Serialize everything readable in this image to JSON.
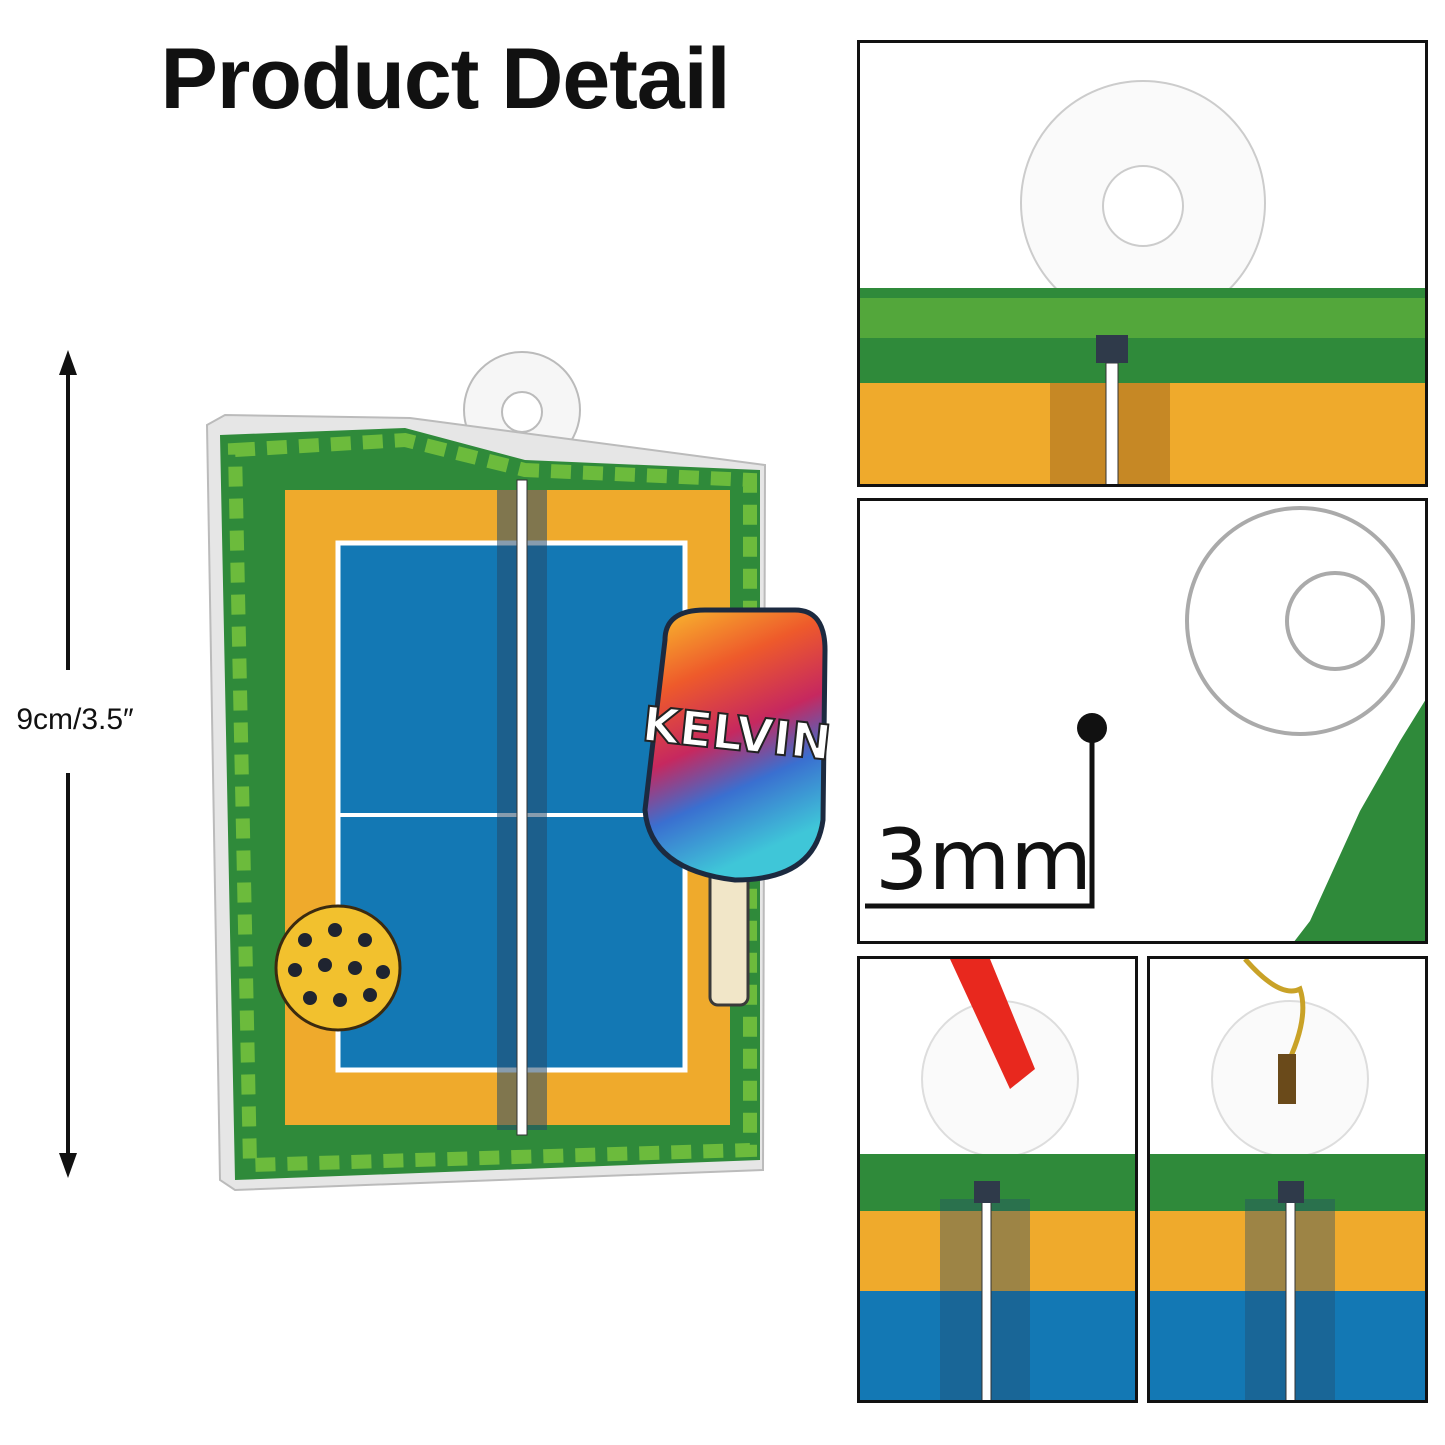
{
  "title": "Product Detail",
  "dimension": {
    "label": "9cm/3.5″"
  },
  "ornament": {
    "name_text": "KELVIN"
  },
  "detail_panels": [
    {
      "caption": ""
    },
    {
      "thickness_label": "3mm"
    },
    {
      "caption": ""
    },
    {
      "caption": ""
    }
  ],
  "colors": {
    "hedge": "#2f8a3a",
    "hedge_light": "#6cbb3c",
    "sand": "#efaa2c",
    "court": "#1378b4",
    "ribbon": "#e8281e",
    "gold_string": "#c9a227"
  }
}
